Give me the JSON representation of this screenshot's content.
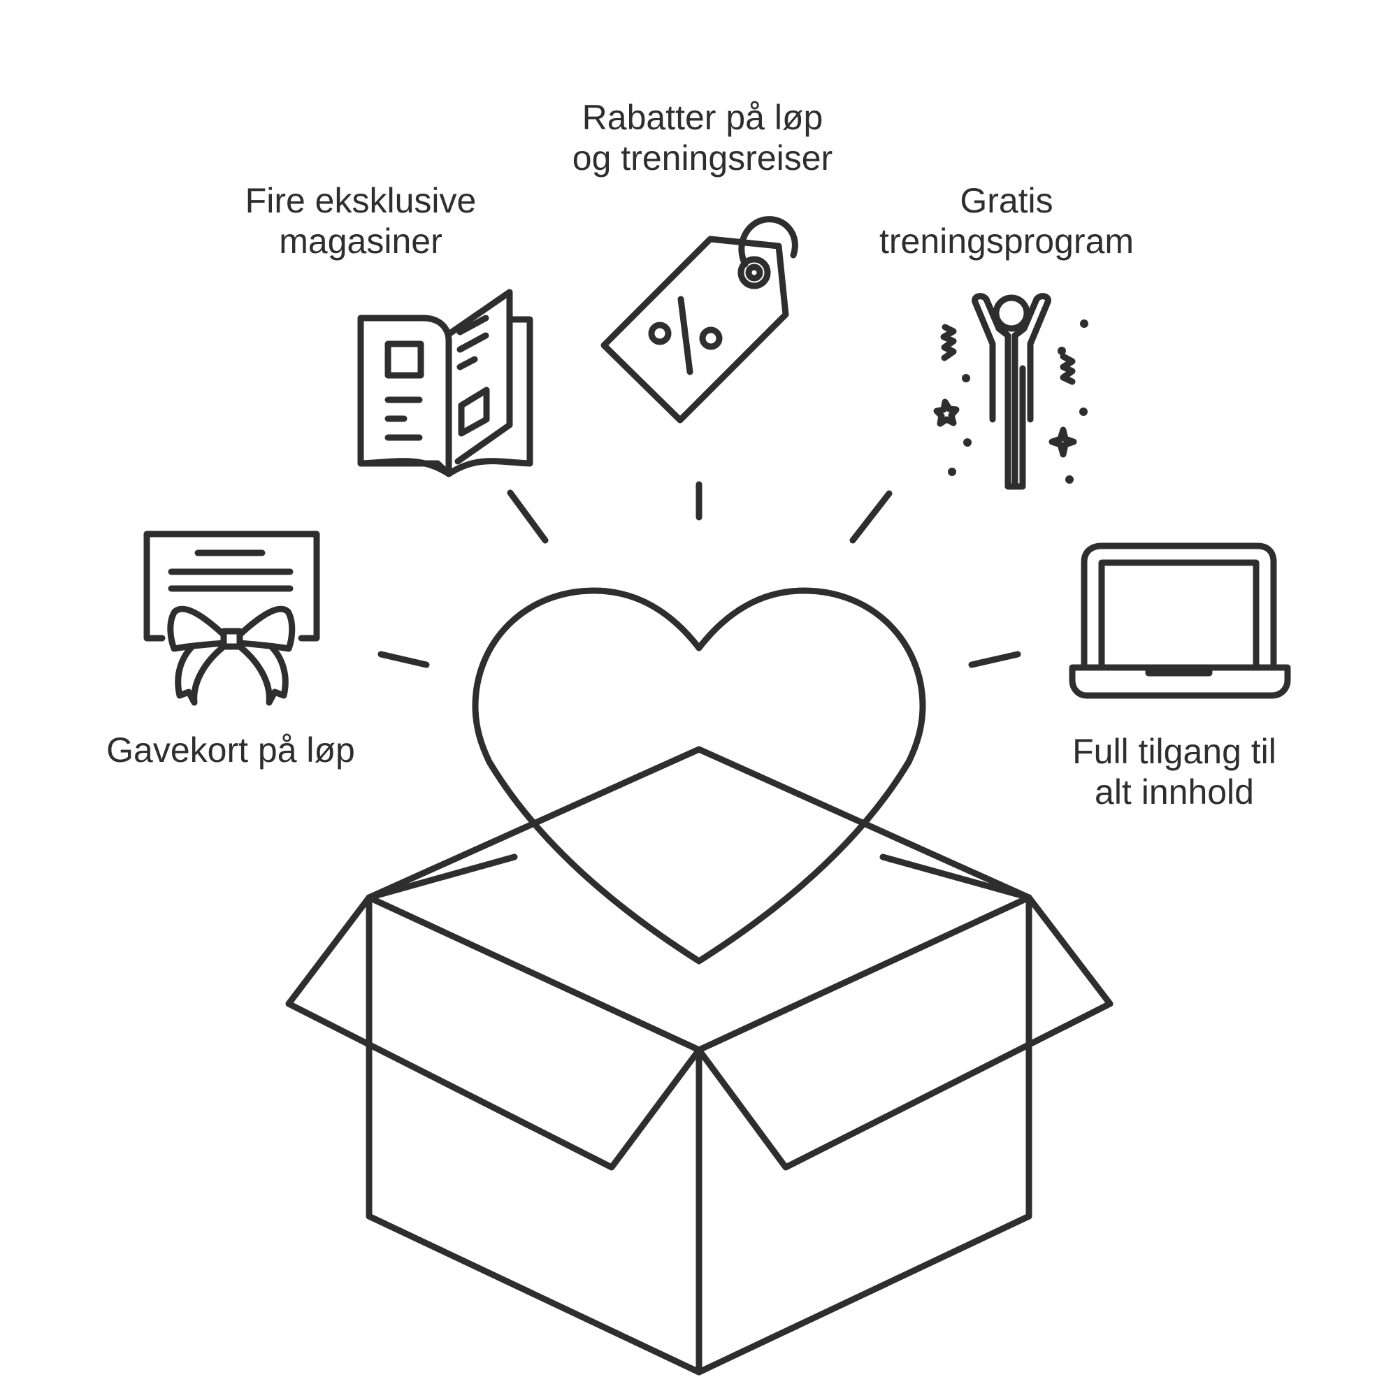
{
  "labels": {
    "magazines": {
      "line1": "Fire eksklusive",
      "line2": "magasiner"
    },
    "discounts": {
      "line1": "Rabatter på løp",
      "line2": "og treningsreiser"
    },
    "training": {
      "line1": "Gratis",
      "line2": "treningsprogram"
    },
    "giftcard": {
      "line1": "Gavekort på løp"
    },
    "access": {
      "line1": "Full tilgang til",
      "line2": "alt innhold"
    }
  },
  "icons": {
    "magazines": "open-magazine-icon",
    "discounts": "percent-price-tag-icon",
    "training": "celebrating-person-icon",
    "giftcard": "gift-card-bow-icon",
    "access": "laptop-icon",
    "center": "heart-in-open-box-icon"
  },
  "colors": {
    "stroke": "#2e2e2e",
    "background": "#ffffff"
  }
}
